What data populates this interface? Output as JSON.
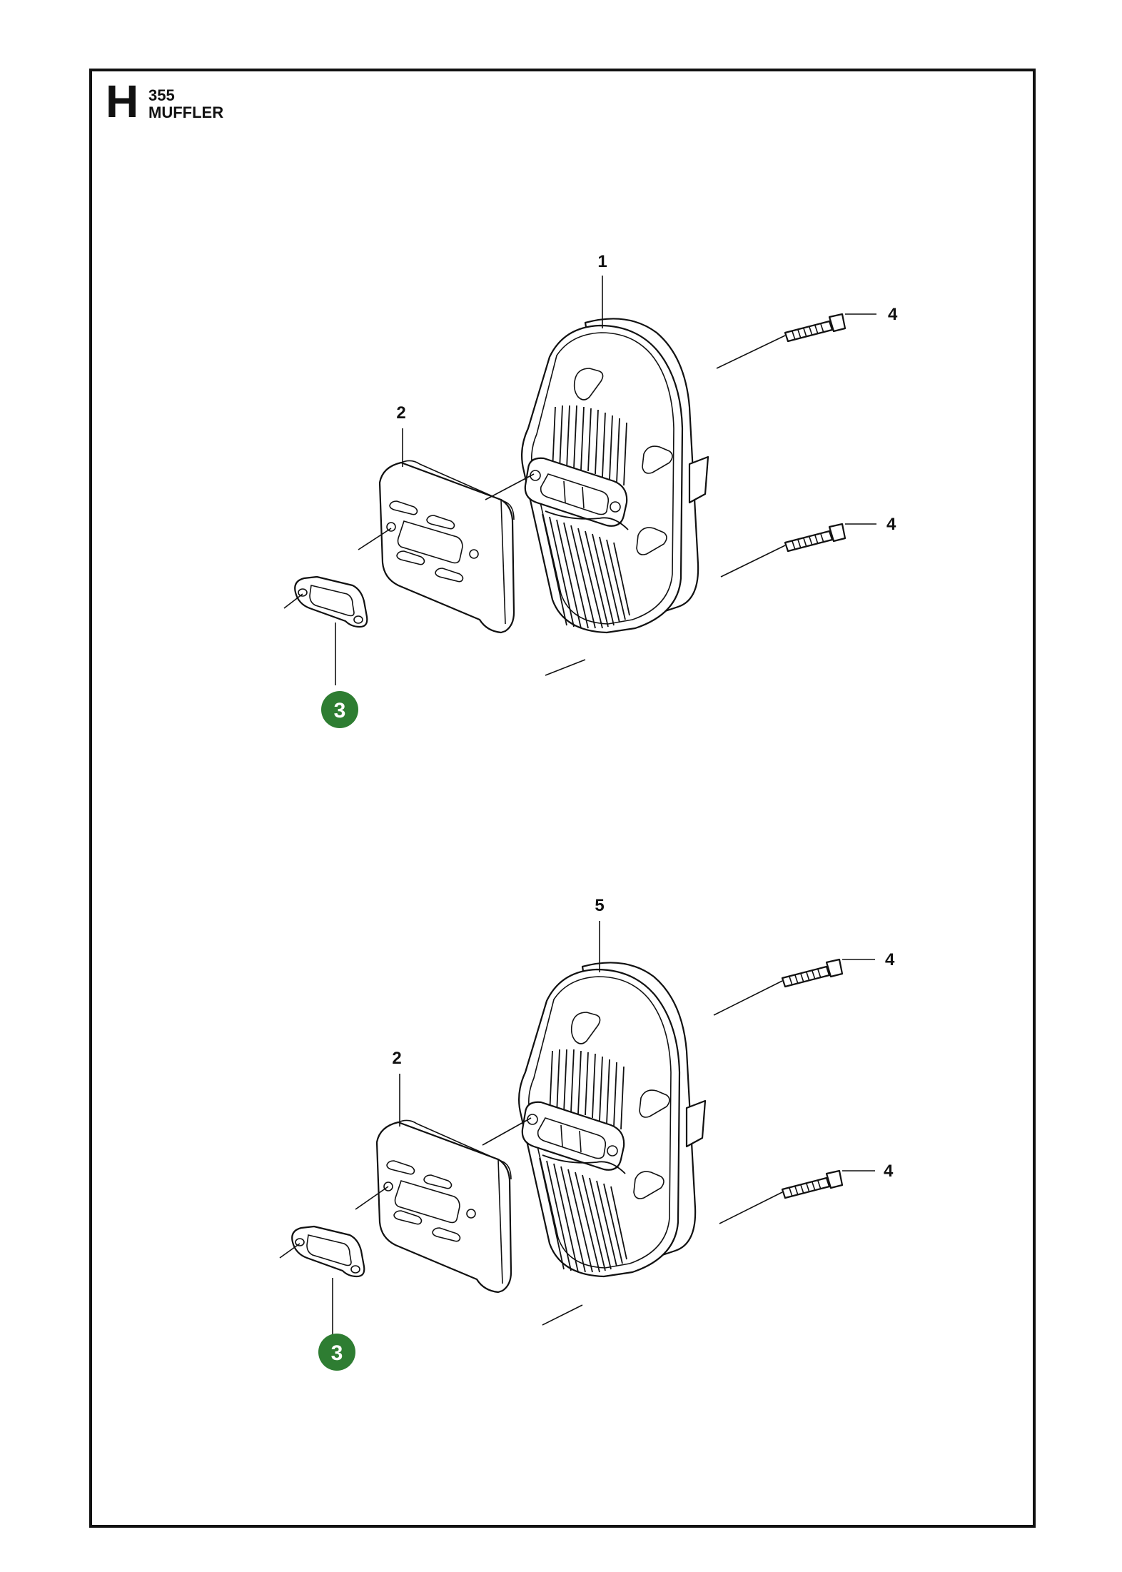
{
  "header": {
    "section_letter": "H",
    "model": "355",
    "title": "MUFFLER"
  },
  "colors": {
    "highlight_badge": "#2e7d32",
    "line": "#111111"
  },
  "assemblies": [
    {
      "callouts": {
        "muffler": "1",
        "heat_shield": "2",
        "gasket": "3",
        "screw_upper": "4",
        "screw_lower": "4"
      }
    },
    {
      "callouts": {
        "muffler": "5",
        "heat_shield": "2",
        "gasket": "3",
        "screw_upper": "4",
        "screw_lower": "4"
      }
    }
  ]
}
